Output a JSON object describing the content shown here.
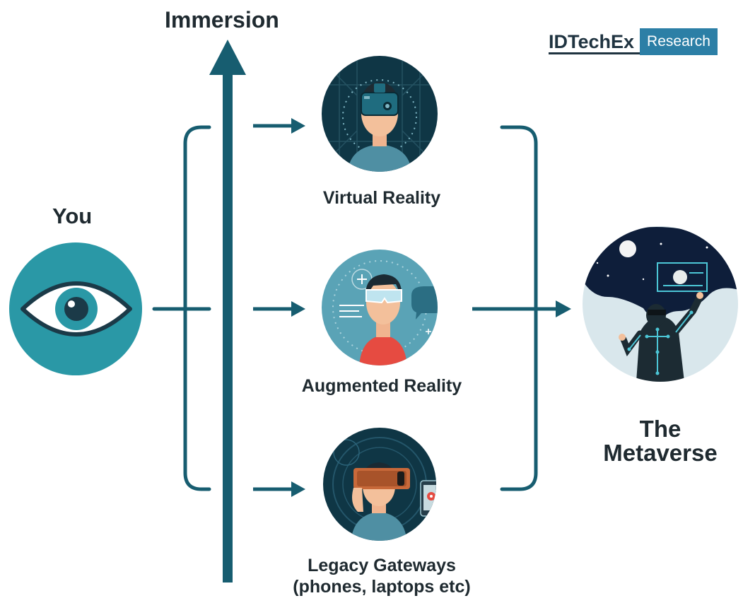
{
  "axis": {
    "label": "Immersion"
  },
  "source": {
    "label": "You",
    "icon": "eye-icon"
  },
  "technologies": [
    {
      "label": "Virtual Reality",
      "icon": "vr-headset-icon"
    },
    {
      "label": "Augmented Reality",
      "icon": "ar-glasses-icon"
    },
    {
      "label_line1": "Legacy Gateways",
      "label_line2": "(phones, laptops etc)",
      "icon": "smartphone-icon"
    }
  ],
  "destination": {
    "label_line1": "The",
    "label_line2": "Metaverse",
    "icon": "metaverse-person-icon"
  },
  "logo": {
    "brand": "IDTechEx",
    "sub": "Research"
  },
  "colors": {
    "primary": "#175d70",
    "eye_circle": "#2a98a6",
    "dark_circle": "#0f3645",
    "ar_circle": "#5aa3b6",
    "ar_shirt": "#e64b41",
    "text": "#1f2a30",
    "logo_box": "#2c7fa6"
  }
}
